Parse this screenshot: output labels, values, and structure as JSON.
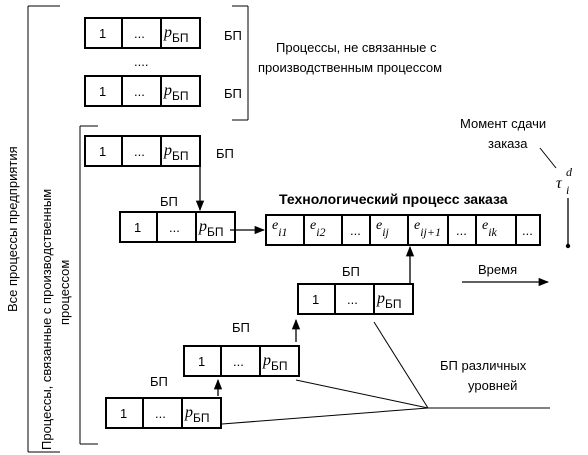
{
  "block": {
    "first_cell": "1",
    "middle_cell": "...",
    "p_symbol": "p",
    "p_subscript": "БП",
    "bp_label": "БП"
  },
  "top_group": {
    "label_line1": "Процессы, не связанные с",
    "label_line2": "производственным процессом",
    "vertical_ellipsis": "...."
  },
  "left_labels": {
    "all_processes": "Все процессы предприятия",
    "related_line1": "Процессы, связанные с производственным",
    "related_line2": "процессом"
  },
  "process": {
    "title": "Технологический процесс заказа",
    "cells": [
      {
        "sym": "e",
        "sub": "i1"
      },
      {
        "sym": "e",
        "sub": "i2"
      },
      {
        "sym": "",
        "sub": "..."
      },
      {
        "sym": "e",
        "sub": "ij"
      },
      {
        "sym": "e",
        "sub": "ij+1"
      },
      {
        "sym": "",
        "sub": "..."
      },
      {
        "sym": "e",
        "sub": "ik"
      },
      {
        "sym": "",
        "sub": "..."
      }
    ]
  },
  "deadline": {
    "line1": "Момент сдачи",
    "line2": "заказа",
    "symbol": "τ",
    "superscript": "d",
    "subscript": "i"
  },
  "time_label": "Время",
  "levels_label": {
    "line1": "БП различных",
    "line2": "уровней"
  }
}
